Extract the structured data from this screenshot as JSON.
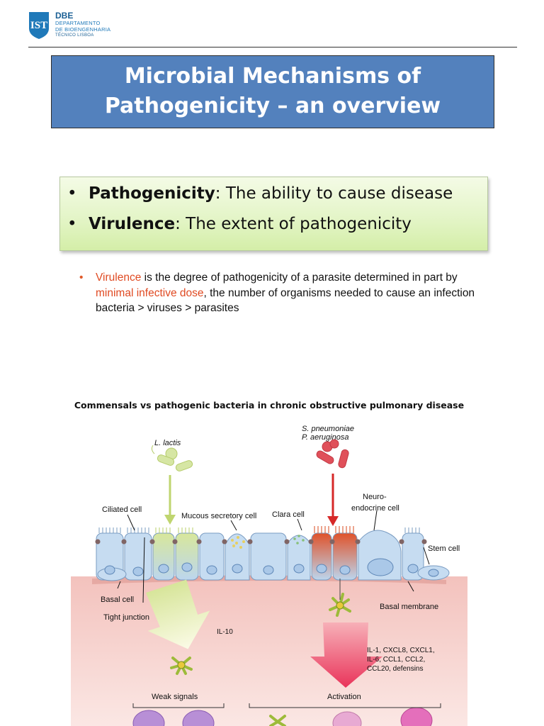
{
  "logo": {
    "line1": "DBE",
    "line2": "DEPARTAMENTO",
    "line3": "DE BIOENGENHARIA",
    "line4": "TÉCNICO LISBOA",
    "color": "#1f79b9"
  },
  "title": {
    "line1": "Microbial Mechanisms of",
    "line2": "Pathogenicity – an overview",
    "bg": "#5381bd"
  },
  "definitions": [
    {
      "term": "Pathogenicity",
      "text": ": The ability to cause disease"
    },
    {
      "term": "Virulence",
      "text": ": The extent of pathogenicity"
    }
  ],
  "subpoint": {
    "bullet": "•",
    "part1": "Virulence",
    "part2": " is the degree of pathogenicity of a parasite determined in part by ",
    "part3": "minimal infective dose",
    "part4": ", the number of organisms needed to cause an infection bacteria > viruses > parasites"
  },
  "figure": {
    "title": "Commensals vs pathogenic bacteria in chronic obstructive pulmonary disease",
    "labels": {
      "l_lactis": "L. lactis",
      "s_pneumoniae": "S. pneumoniae",
      "p_aeruginosa": "P. aeruginosa",
      "neuro1": "Neuro-",
      "neuro2": "endocrine cell",
      "ciliated": "Ciliated cell",
      "mucous": "Mucous secretory cell",
      "clara": "Clara cell",
      "stem": "Stem cell",
      "basal_cell": "Basal cell",
      "tight_junction": "Tight junction",
      "basal_membrane": "Basal membrane",
      "il10": "IL-10",
      "cytokines1": "IL-1, CXCL8, CXCL1,",
      "cytokines2": "IL-6, CCL1, CCL2,",
      "cytokines3": "CCL20, defensins",
      "weak": "Weak signals",
      "activation": "Activation"
    }
  }
}
